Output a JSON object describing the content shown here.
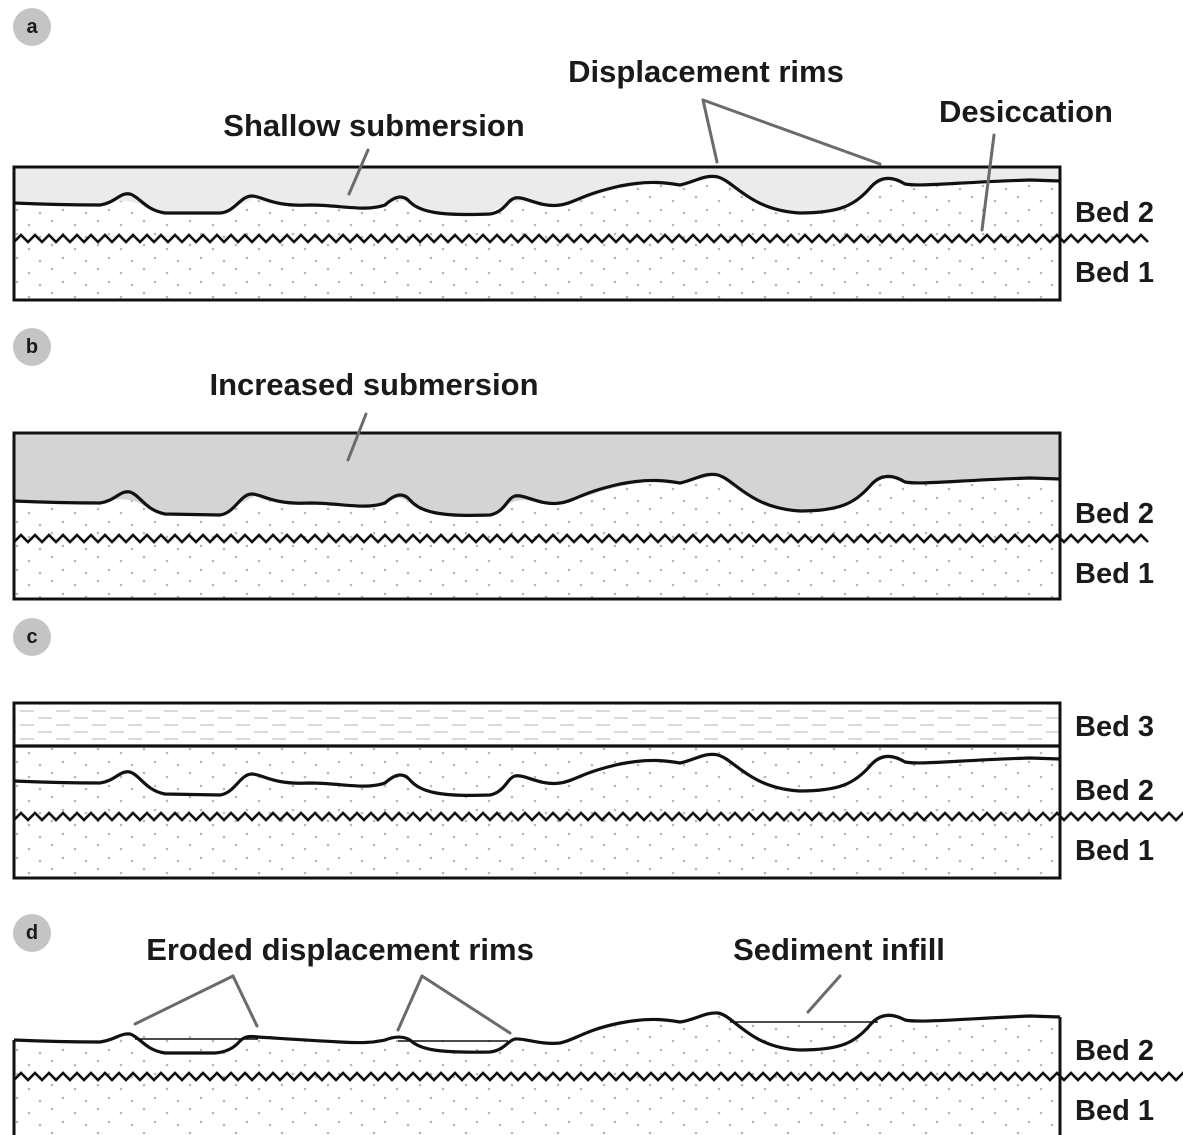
{
  "panels": [
    {
      "letter": "a",
      "callouts": [
        "Shallow submersion",
        "Displacement rims",
        "Desiccation"
      ],
      "beds": [
        "Bed 2",
        "Bed 1"
      ]
    },
    {
      "letter": "b",
      "callouts": [
        "Increased submersion"
      ],
      "beds": [
        "Bed 2",
        "Bed 1"
      ]
    },
    {
      "letter": "c",
      "callouts": [],
      "beds": [
        "Bed 3",
        "Bed 2",
        "Bed 1"
      ]
    },
    {
      "letter": "d",
      "callouts": [
        "Eroded displacement rims",
        "Sediment infill"
      ],
      "beds": [
        "Bed 2",
        "Bed 1"
      ]
    }
  ],
  "colors": {
    "shallow_water": "#ebebeb",
    "deep_water": "#d4d4d4",
    "sediment_dots": "#b8b8b8",
    "letter_badge": "#c4c4c4",
    "outline": "#111111",
    "leader": "#6b6b6b"
  }
}
